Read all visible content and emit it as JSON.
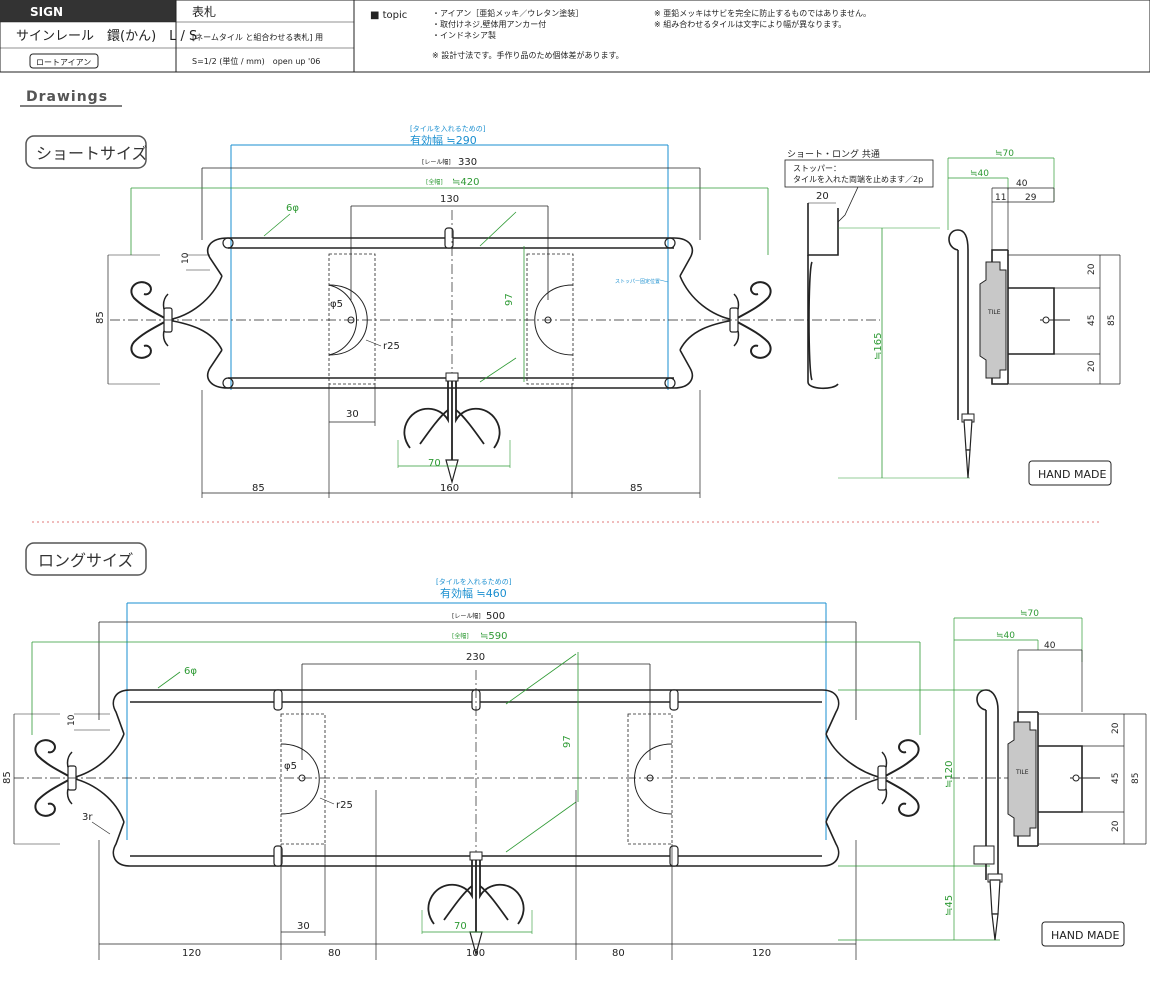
{
  "header": {
    "sign_label": "SIGN",
    "product_name": "サインレール　鐶(かん)　L / S",
    "material_badge": "ロートアイアン",
    "item_title": "表札",
    "item_usage": "[ネームタイル と組合わせる表札] 用",
    "scale_note": "S=1/2 (単位 / mm)　open up '06",
    "topic_label": "■ topic",
    "topic_lines": [
      "・アイアン［亜鉛メッキ／ウレタン塗装］",
      "・取付けネジ,壁体用アンカー付",
      "・インドネシア製"
    ],
    "dimension_note": "※ 設計寸法です。手作り品のため個体差があります。",
    "notes": [
      "※ 亜鉛メッキはサビを完全に防止するものではありません。",
      "※ 組み合わせるタイルは文字により幅が異なります。"
    ]
  },
  "section_title": "Drawings",
  "short": {
    "title": "ショートサイズ",
    "tile_caption": "[タイルを入れるための]",
    "effective_width": "有効幅 ≒290",
    "rail_width_label": "[レール幅]",
    "rail_width": "330",
    "total_label": "[全幅]",
    "total_width": "≒420",
    "d130": "130",
    "wire": "6φ",
    "d10": "10",
    "d85h": "85",
    "hole": "φ5",
    "r25": "r25",
    "d97": "97",
    "stopper_small": "ストッパー固定位置",
    "d30": "30",
    "d70": "70",
    "bottom": [
      "85",
      "160",
      "85"
    ],
    "common_title": "ショート・ロング 共通",
    "stopper_lines": [
      "ストッパー：",
      "タイルを入れた両端を止めます／2p"
    ],
    "d20": "20",
    "d165": "≒165",
    "side_d70": "≒70",
    "side_d40": "≒40",
    "side_40": "40",
    "side_11": "11",
    "side_29": "29",
    "side_20a": "20",
    "side_45": "45",
    "side_20b": "20",
    "side_85": "85",
    "tile": "TILE",
    "hand_made": "HAND MADE"
  },
  "long": {
    "title": "ロングサイズ",
    "tile_caption": "[タイルを入れるための]",
    "effective_width": "有効幅 ≒460",
    "rail_width_label": "[レール幅]",
    "rail_width": "500",
    "total_label": "[全幅]",
    "total_width": "≒590",
    "d230": "230",
    "wire": "6φ",
    "d10": "10",
    "d85h": "85",
    "hole": "φ5",
    "r25": "r25",
    "d97": "97",
    "d3r": "3r",
    "d30": "30",
    "d70": "70",
    "bottom": [
      "120",
      "80",
      "100",
      "80",
      "120"
    ],
    "d120": "≒120",
    "d45": "≒45",
    "side_d70": "≒70",
    "side_d40": "≒40",
    "side_40": "40",
    "side_20a": "20",
    "side_45": "45",
    "side_20b": "20",
    "side_85": "85",
    "tile": "TILE",
    "hand_made": "HAND MADE"
  },
  "colors": {
    "ink": "#222222",
    "green": "#2e9a34",
    "blue": "#1a8fd0",
    "red_dotted": "#e07a7a",
    "tile_gray": "#c8c8c8",
    "header_fill": "#333333"
  }
}
